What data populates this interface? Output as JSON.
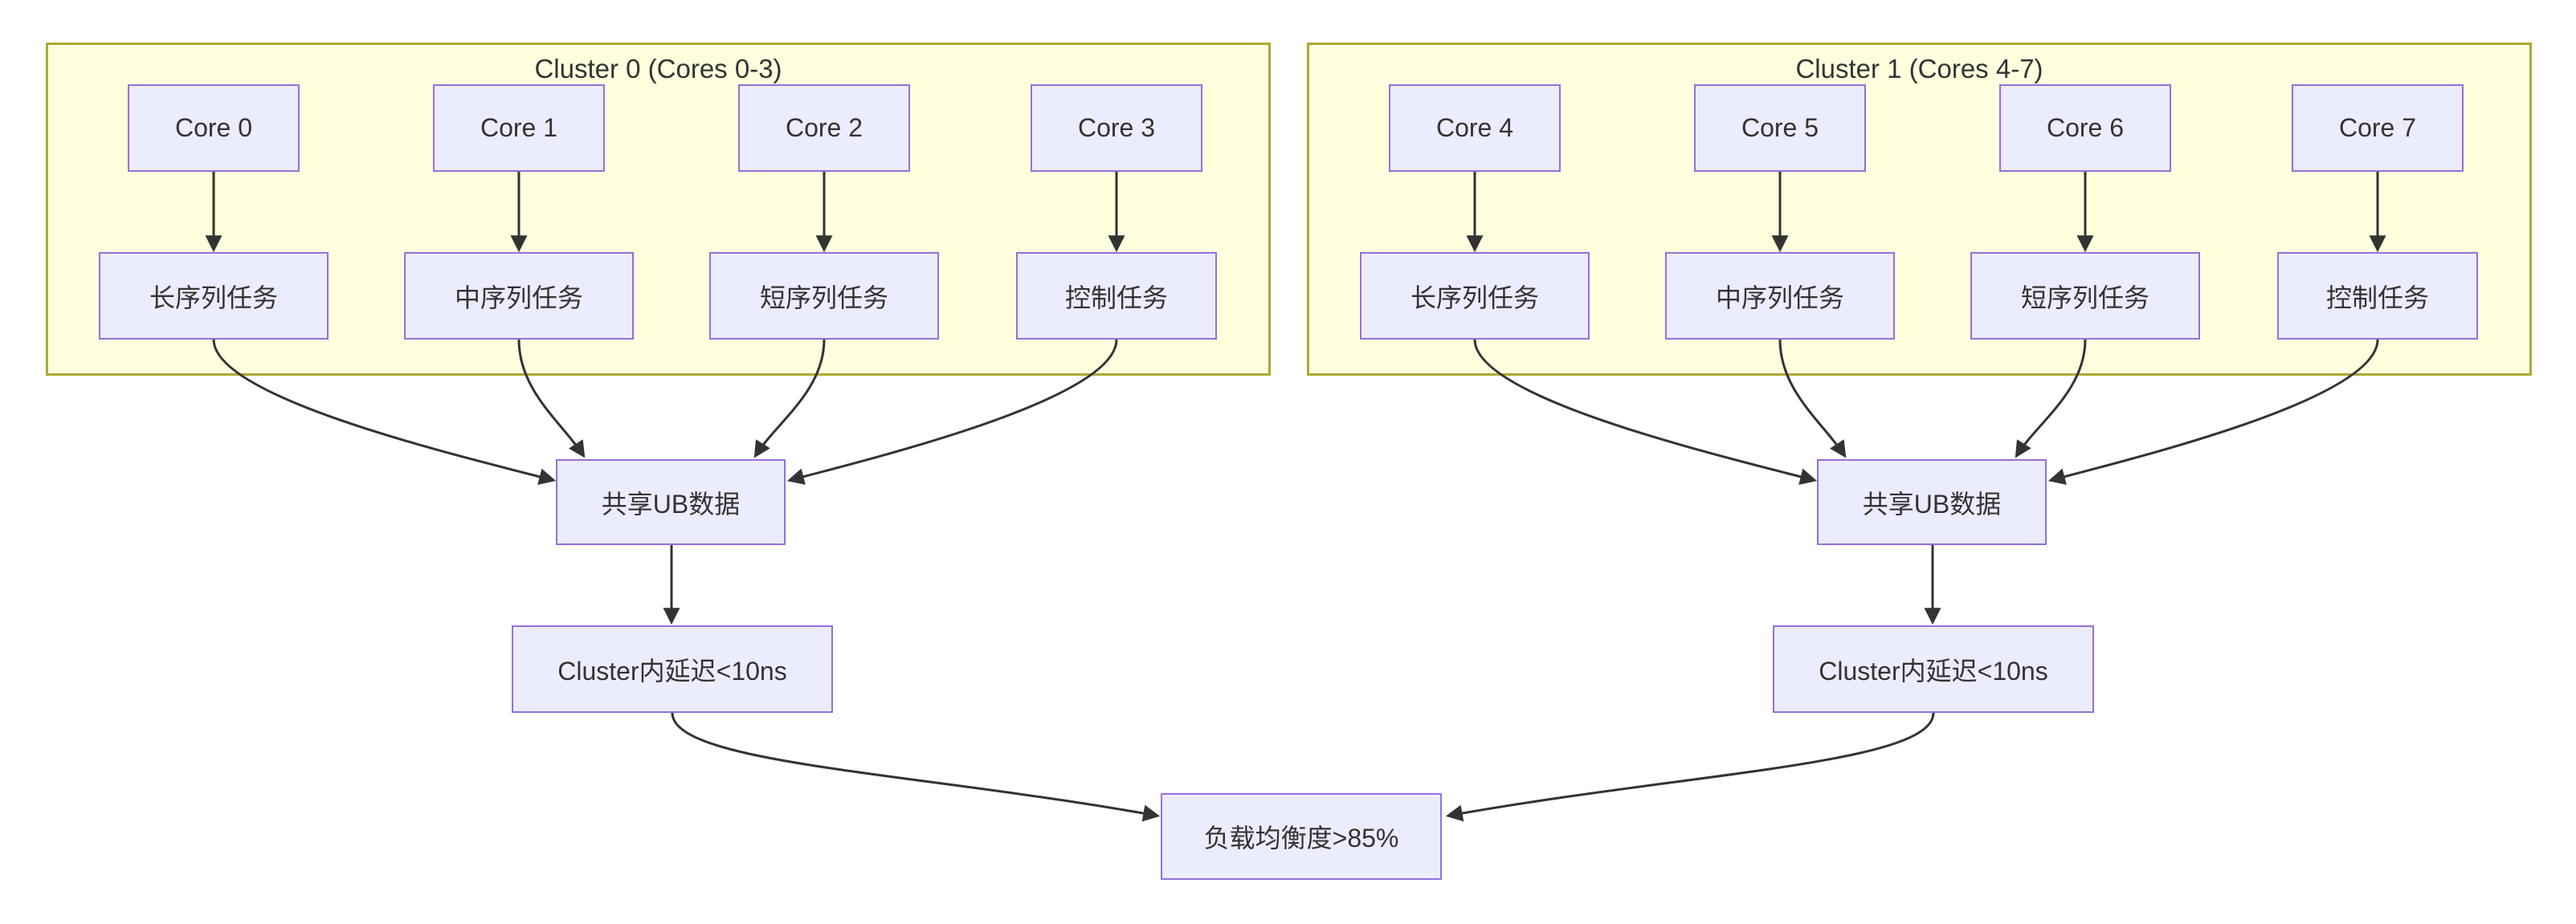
{
  "clusters": [
    {
      "title": "Cluster 0 (Cores 0-3)",
      "cores": [
        "Core 0",
        "Core 1",
        "Core 2",
        "Core 3"
      ],
      "tasks": [
        "长序列任务",
        "中序列任务",
        "短序列任务",
        "控制任务"
      ],
      "shared_ub": "共享UB数据",
      "latency": "Cluster内延迟<10ns"
    },
    {
      "title": "Cluster 1 (Cores 4-7)",
      "cores": [
        "Core 4",
        "Core 5",
        "Core 6",
        "Core 7"
      ],
      "tasks": [
        "长序列任务",
        "中序列任务",
        "短序列任务",
        "控制任务"
      ],
      "shared_ub": "共享UB数据",
      "latency": "Cluster内延迟<10ns"
    }
  ],
  "load_balance": "负载均衡度>85%",
  "edges": [
    {
      "from": "Core 0",
      "to": "长序列任务"
    },
    {
      "from": "Core 1",
      "to": "中序列任务"
    },
    {
      "from": "Core 2",
      "to": "短序列任务"
    },
    {
      "from": "Core 3",
      "to": "控制任务"
    },
    {
      "from": "Core 4",
      "to": "长序列任务"
    },
    {
      "from": "Core 5",
      "to": "中序列任务"
    },
    {
      "from": "Core 6",
      "to": "短序列任务"
    },
    {
      "from": "Core 7",
      "to": "控制任务"
    },
    {
      "from": "cluster0 tasks",
      "to": "共享UB数据"
    },
    {
      "from": "cluster1 tasks",
      "to": "共享UB数据"
    },
    {
      "from": "共享UB数据 (cluster0)",
      "to": "Cluster内延迟<10ns"
    },
    {
      "from": "共享UB数据 (cluster1)",
      "to": "Cluster内延迟<10ns"
    },
    {
      "from": "Cluster内延迟<10ns (cluster0)",
      "to": "负载均衡度>85%"
    },
    {
      "from": "Cluster内延迟<10ns (cluster1)",
      "to": "负载均衡度>85%"
    }
  ],
  "colors": {
    "node_fill": "#ECECFF",
    "node_border": "#9370DB",
    "cluster_fill": "#ffffde",
    "cluster_border": "#aaaa33",
    "edge": "#333333",
    "text": "#333333",
    "background": "#ffffff"
  }
}
